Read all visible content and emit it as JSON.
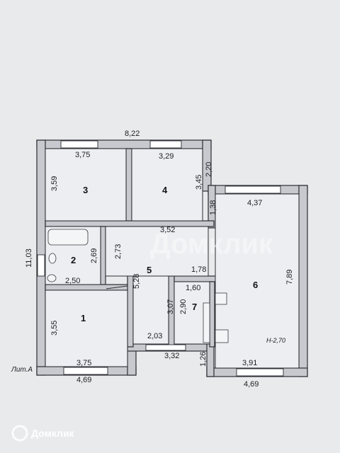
{
  "plan": {
    "total_width_top": "8,22",
    "total_height_left": "11,03",
    "room3_width": "3,75",
    "room3_height": "3,59",
    "room4_width_top": "3,29",
    "room4_height": "3,45",
    "room4_width_bottom": "3,52",
    "offset_2_20": "2,20",
    "bath_height": "2,69",
    "bath_width": "2,50",
    "corridor_2_73": "2,73",
    "corridor_5_28": "5,28",
    "room1_height": "3,55",
    "room1_width_inner": "3,75",
    "bottom_left_width": "4,69",
    "hall_2_03": "2,03",
    "hall_3_32": "3,32",
    "room6_1_38": "1,38",
    "room6_width_top": "4,37",
    "room6_height": "7,89",
    "room6_width_bottom": "3,91",
    "bottom_right_width": "4,69",
    "step_1_26": "1,26",
    "room7_top": "1,78",
    "room7_width": "1,60",
    "room7_h1": "3,07",
    "room7_h2": "2,90",
    "ceiling_height": "Н-2,70",
    "lit_label": "Лит.А"
  },
  "rooms": {
    "r1": "1",
    "r2": "2",
    "r3": "3",
    "r4": "4",
    "r5": "5",
    "r6": "6",
    "r7": "7"
  },
  "watermark": {
    "text": "Домклик"
  }
}
